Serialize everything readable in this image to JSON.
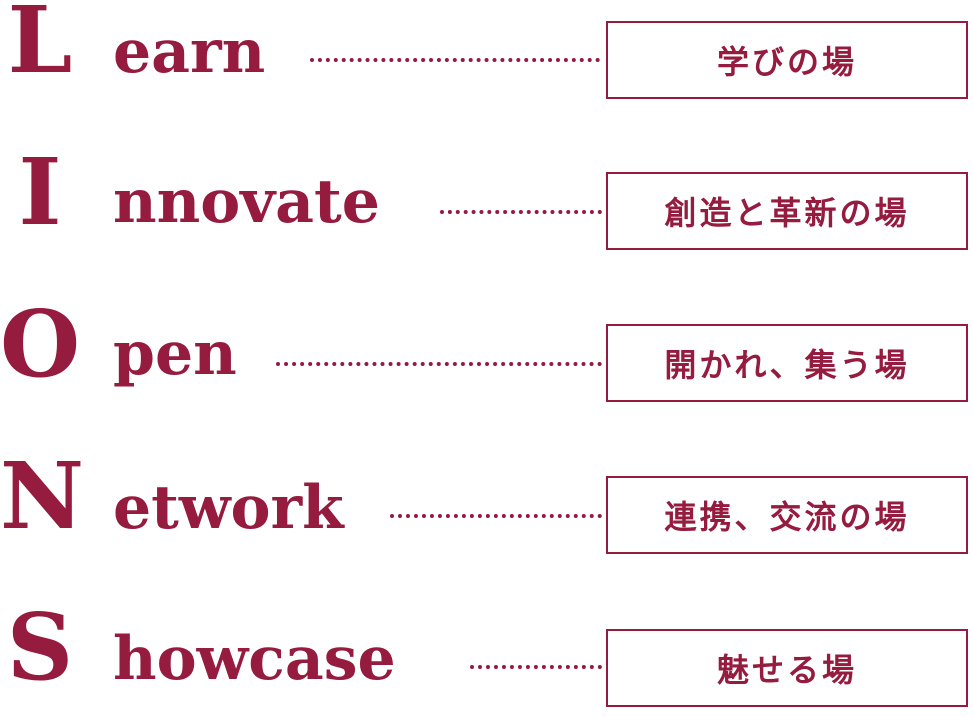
{
  "accent_color": "#951b3f",
  "rows": [
    {
      "letter": "L",
      "word": "earn",
      "description": "学びの場"
    },
    {
      "letter": "I",
      "word": "nnovate",
      "description": "創造と革新の場"
    },
    {
      "letter": "O",
      "word": "pen",
      "description": "開かれ、集う場"
    },
    {
      "letter": "N",
      "word": "etwork",
      "description": "連携、交流の場"
    },
    {
      "letter": "S",
      "word": "howcase",
      "description": "魅せる場"
    }
  ]
}
